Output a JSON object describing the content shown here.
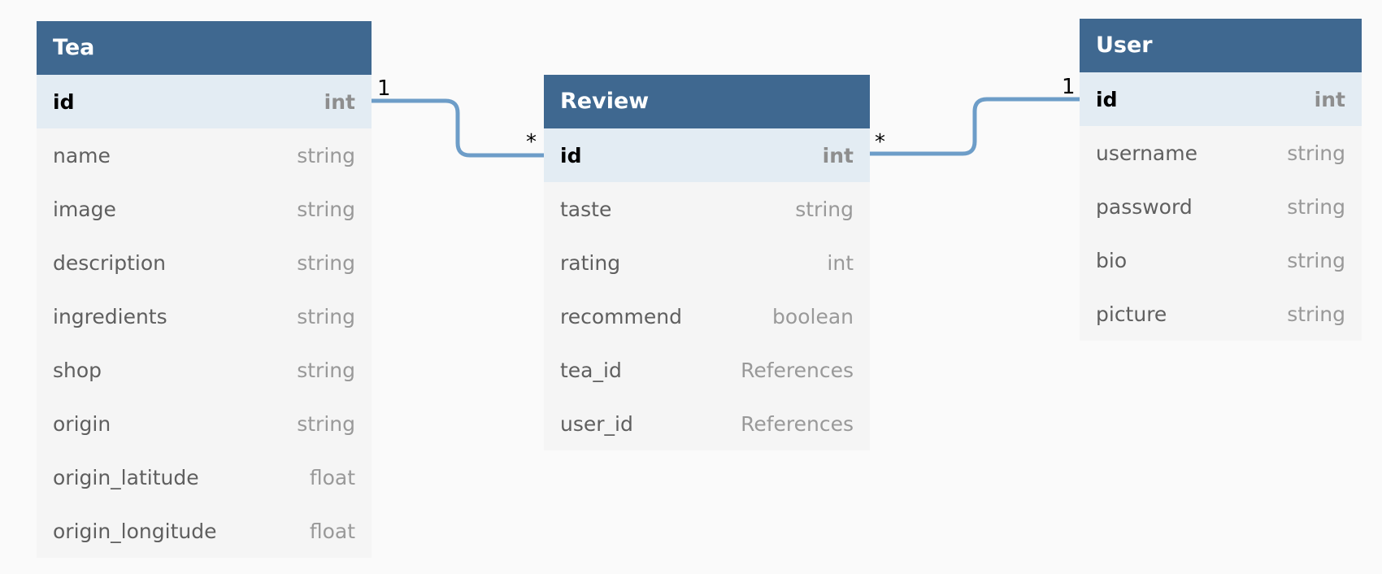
{
  "colors": {
    "background": "#fafafa",
    "header": "#3f6890",
    "pk_row": "#e3ecf3",
    "row": "#f5f5f5",
    "connector": "#6d9dc8"
  },
  "tables": {
    "tea": {
      "title": "Tea",
      "rows": [
        {
          "field": "id",
          "type": "int",
          "pk": true
        },
        {
          "field": "name",
          "type": "string"
        },
        {
          "field": "image",
          "type": "string"
        },
        {
          "field": "description",
          "type": "string"
        },
        {
          "field": "ingredients",
          "type": "string"
        },
        {
          "field": "shop",
          "type": "string"
        },
        {
          "field": "origin",
          "type": "string"
        },
        {
          "field": "origin_latitude",
          "type": "float"
        },
        {
          "field": "origin_longitude",
          "type": "float"
        }
      ]
    },
    "review": {
      "title": "Review",
      "rows": [
        {
          "field": "id",
          "type": "int",
          "pk": true
        },
        {
          "field": "taste",
          "type": "string"
        },
        {
          "field": "rating",
          "type": "int"
        },
        {
          "field": "recommend",
          "type": "boolean"
        },
        {
          "field": "tea_id",
          "type": "References"
        },
        {
          "field": "user_id",
          "type": "References"
        }
      ]
    },
    "user": {
      "title": "User",
      "rows": [
        {
          "field": "id",
          "type": "int",
          "pk": true
        },
        {
          "field": "username",
          "type": "string"
        },
        {
          "field": "password",
          "type": "string"
        },
        {
          "field": "bio",
          "type": "string"
        },
        {
          "field": "picture",
          "type": "string"
        }
      ]
    }
  },
  "relations": {
    "tea_review": {
      "from_card": "1",
      "to_card": "*"
    },
    "user_review": {
      "from_card": "1",
      "to_card": "*"
    }
  }
}
